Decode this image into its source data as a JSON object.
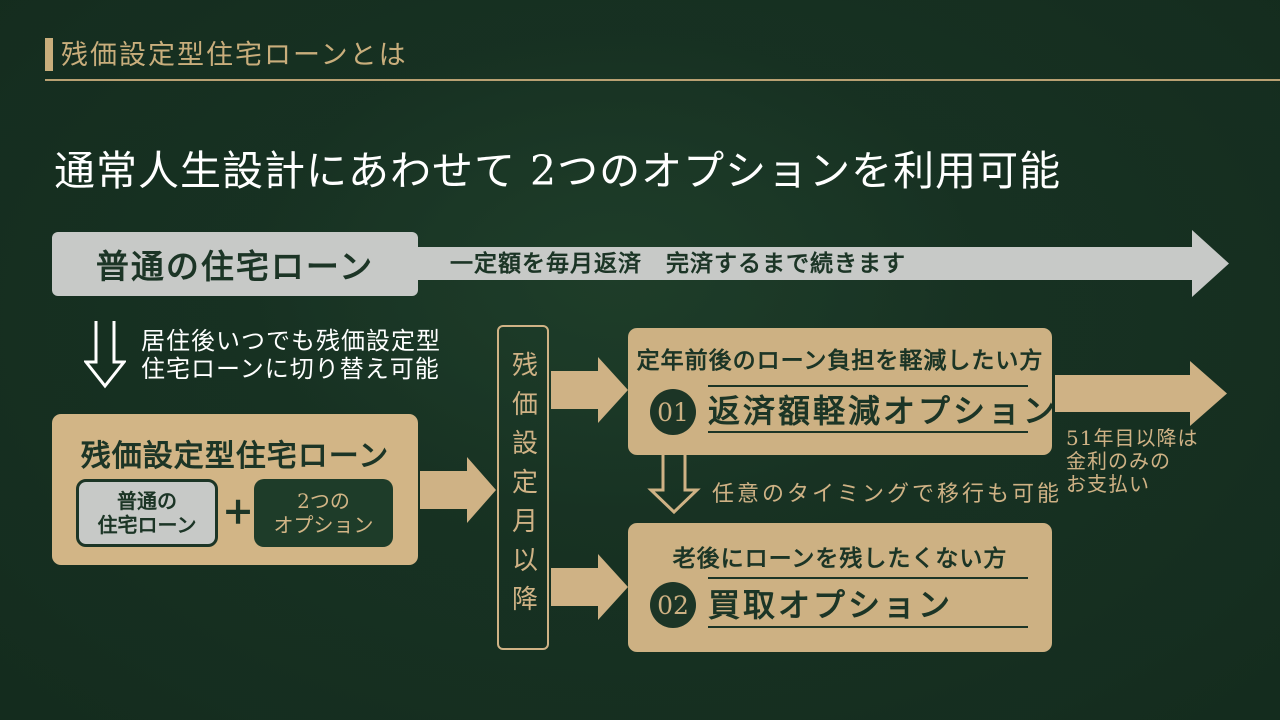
{
  "header": {
    "title": "残価設定型住宅ローンとは"
  },
  "main_title": "通常人生設計にあわせて 2つのオプションを利用可能",
  "normal_loan": {
    "label": "普通の住宅ローン",
    "arrow_note": "一定額を毎月返済　完済するまで続きます"
  },
  "switch_note": {
    "line1": "居住後いつでも残価設定型",
    "line2": "住宅ローンに切り替え可能"
  },
  "zanka_loan": {
    "title": "残価設定型住宅ローン",
    "component_normal_line1": "普通の",
    "component_normal_line2": "住宅ローン",
    "plus": "+",
    "component_options_line1": "2つの",
    "component_options_line2": "オプション"
  },
  "milestone": {
    "label": "残価設定月以降"
  },
  "option1": {
    "subtitle": "定年前後のローン負担を軽減したい方",
    "number": "01",
    "title": "返済額軽減オプション"
  },
  "transition_note": "任意のタイミングで移行も可能",
  "option2": {
    "subtitle": "老後にローンを残したくない方",
    "number": "02",
    "title": "買取オプション"
  },
  "after_note": {
    "line1": "51年目以降は",
    "line2": "金利のみの",
    "line3": "お支払い"
  },
  "colors": {
    "background_green": "#17301f",
    "gold_accent": "#c9ae7c",
    "tan_fill": "#cdb183",
    "gray_fill": "#c7c9c7",
    "dark_green_text": "#1c3526",
    "white_text": "#ffffff"
  }
}
